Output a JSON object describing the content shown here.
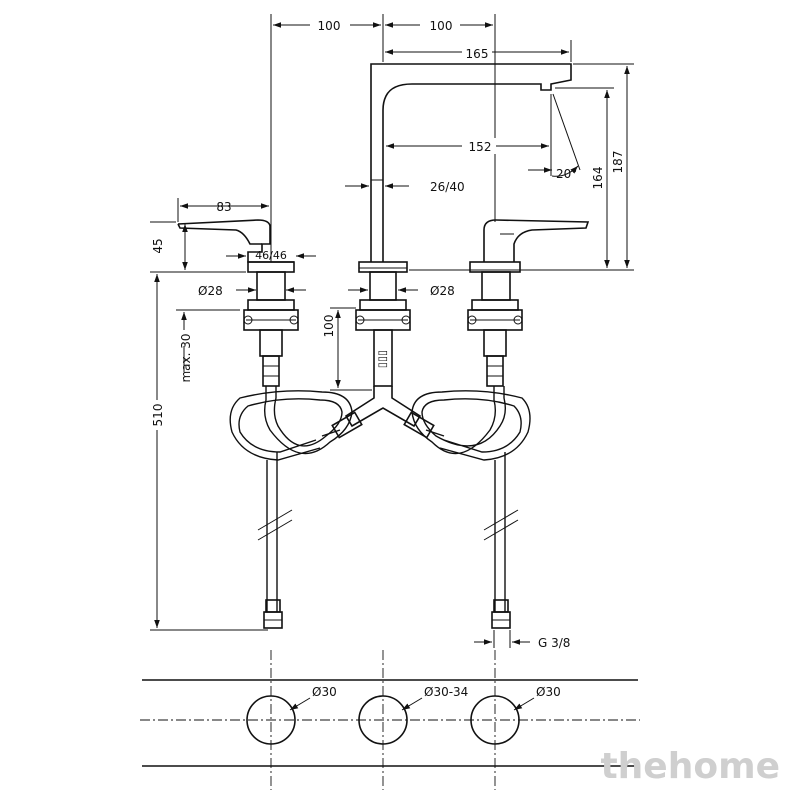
{
  "dimensions": {
    "top_left_100": "100",
    "top_right_100": "100",
    "spout_reach_165": "165",
    "spout_reach_152": "152",
    "spout_height_164": "164",
    "total_height_187": "187",
    "angle": "20°",
    "body_diameter": "26/40",
    "handle_length": "83",
    "handle_height": "45",
    "base_width": "46/46",
    "left_diameter": "Ø28",
    "center_diameter": "Ø28",
    "shank_length": "100",
    "max_thickness": "max. 30",
    "hose_length": "510",
    "thread": "G 3/8",
    "hole_left": "Ø30",
    "hole_center": "Ø30-34",
    "hole_right": "Ø30"
  },
  "watermark": "thehome"
}
